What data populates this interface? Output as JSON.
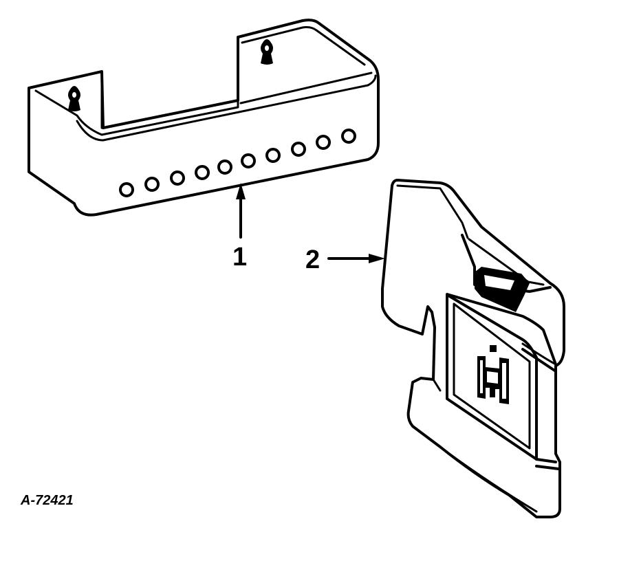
{
  "callouts": {
    "part_1": "1",
    "part_2": "2"
  },
  "figure_id": "A-72421",
  "colors": {
    "ink": "#000000",
    "paper": "#ffffff"
  }
}
